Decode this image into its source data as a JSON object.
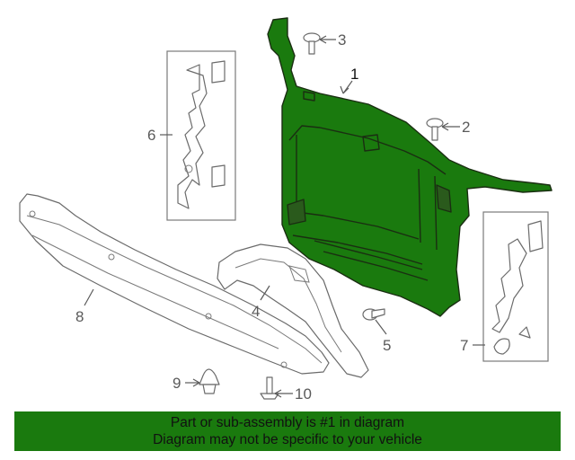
{
  "colors": {
    "highlight": "#1a7a0e",
    "line": "#6b6b6b",
    "banner": "#1a7a0e"
  },
  "callouts": {
    "c1": "1",
    "c2": "2",
    "c3": "3",
    "c4": "4",
    "c5": "5",
    "c6": "6",
    "c7": "7",
    "c8": "8",
    "c9": "9",
    "c10": "10"
  },
  "banner": {
    "line1": "Part or sub-assembly is #1 in diagram",
    "line2": "Diagram may not be specific to your vehicle"
  }
}
